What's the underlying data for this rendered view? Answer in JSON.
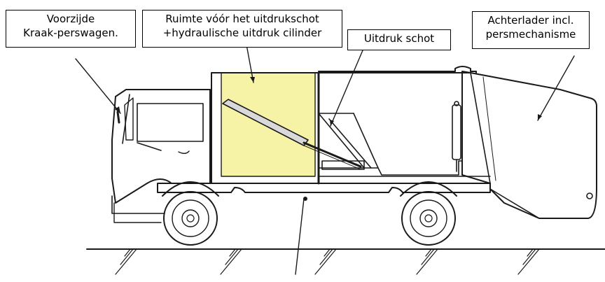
{
  "labels": {
    "front": {
      "line1": "Voorzijde",
      "line2": "Kraak-perswagen."
    },
    "space": {
      "line1": "Ruimte vóór het uitdrukschot",
      "line2": "+hydraulische uitdruk cilinder"
    },
    "push_plate": {
      "line1": "Uitdruk schot"
    },
    "rear": {
      "line1": "Achterlader incl.",
      "line2": "persmechanisme"
    }
  },
  "colors": {
    "highlight": "#f6f3a6",
    "line": "#1a1a1a"
  }
}
